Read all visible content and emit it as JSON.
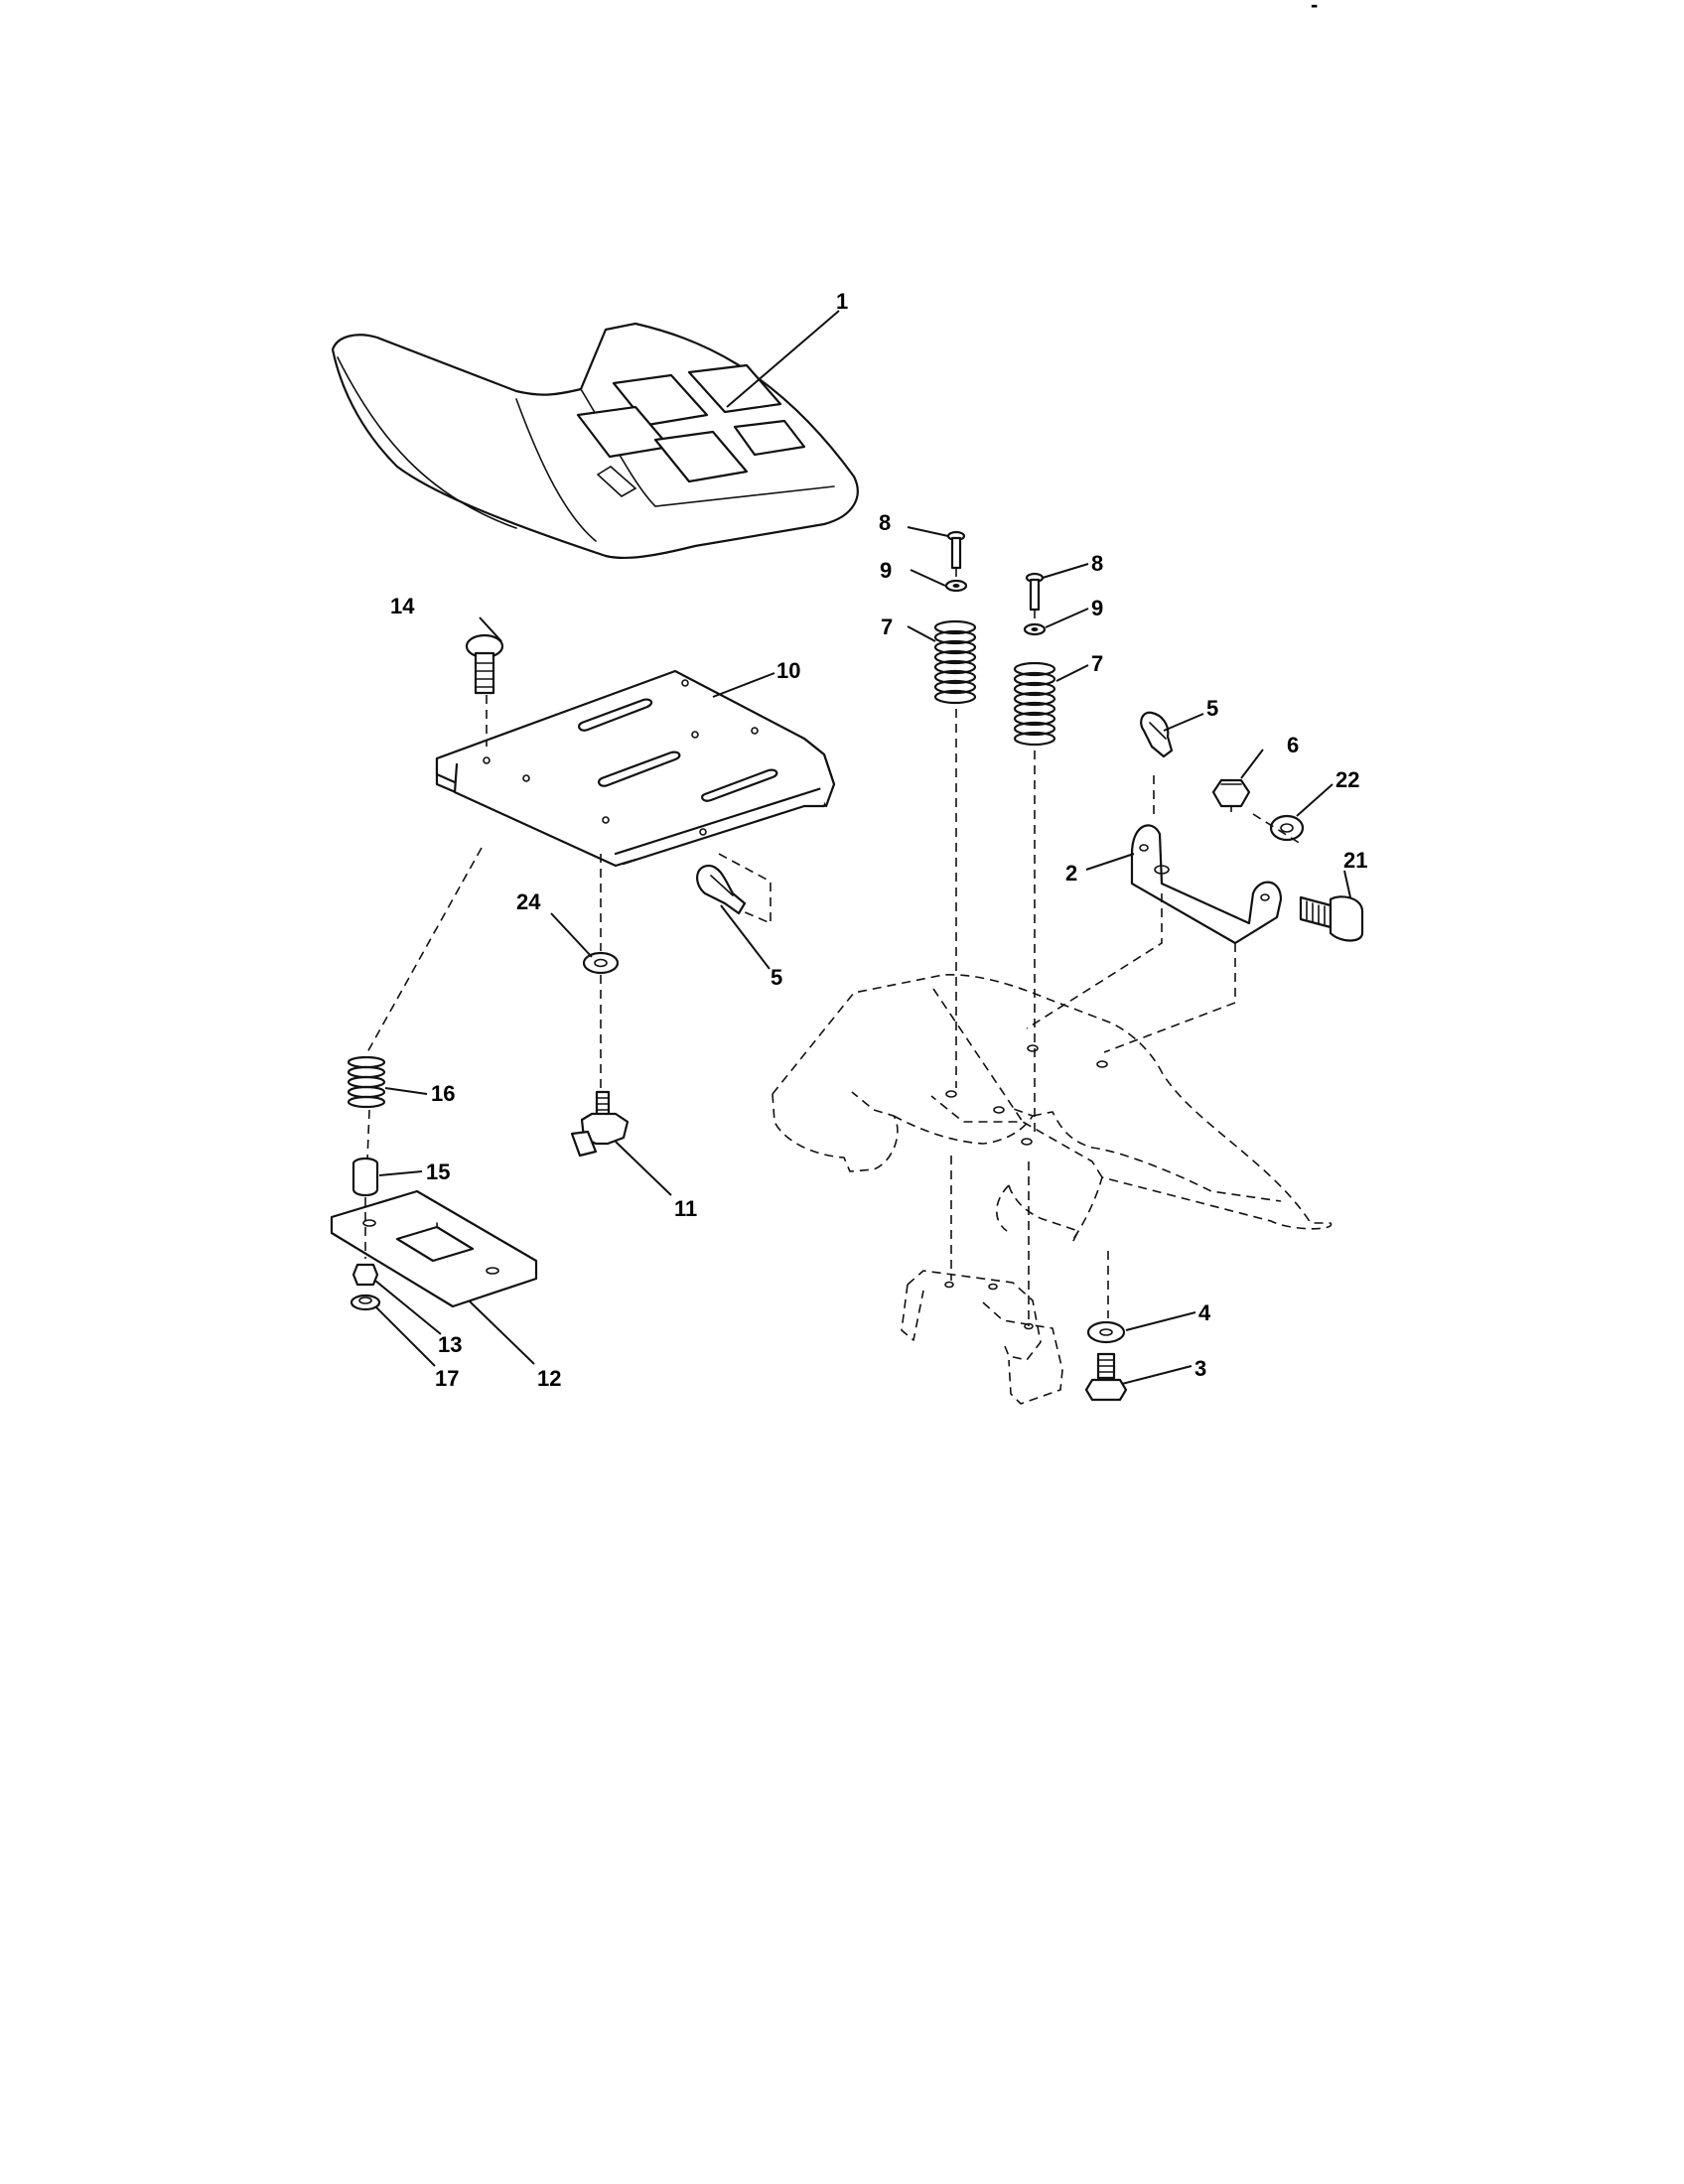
{
  "callouts": [
    {
      "id": "c1",
      "label": "1"
    },
    {
      "id": "c2",
      "label": "2"
    },
    {
      "id": "c3",
      "label": "3"
    },
    {
      "id": "c4",
      "label": "4"
    },
    {
      "id": "c5a",
      "label": "5"
    },
    {
      "id": "c5b",
      "label": "5"
    },
    {
      "id": "c6",
      "label": "6"
    },
    {
      "id": "c7a",
      "label": "7"
    },
    {
      "id": "c7b",
      "label": "7"
    },
    {
      "id": "c8a",
      "label": "8"
    },
    {
      "id": "c8b",
      "label": "8"
    },
    {
      "id": "c9a",
      "label": "9"
    },
    {
      "id": "c9b",
      "label": "9"
    },
    {
      "id": "c10",
      "label": "10"
    },
    {
      "id": "c11",
      "label": "11"
    },
    {
      "id": "c12",
      "label": "12"
    },
    {
      "id": "c13",
      "label": "13"
    },
    {
      "id": "c14",
      "label": "14"
    },
    {
      "id": "c15",
      "label": "15"
    },
    {
      "id": "c16",
      "label": "16"
    },
    {
      "id": "c17",
      "label": "17"
    },
    {
      "id": "c21",
      "label": "21"
    },
    {
      "id": "c22",
      "label": "22"
    },
    {
      "id": "c24",
      "label": "24"
    }
  ],
  "corner_mark": "-"
}
